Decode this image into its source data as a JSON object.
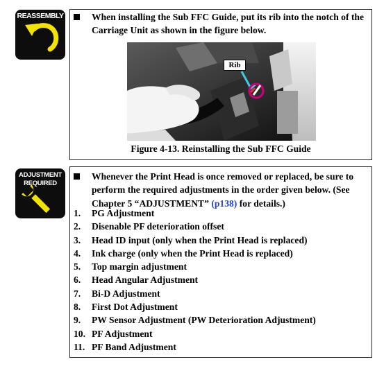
{
  "reassembly_section": {
    "badge_label": "REASSEMBLY",
    "note": "When installing the Sub FFC Guide, put its rib into the notch of the Carriage Unit as shown in the figure below.",
    "figure_callout": "Rib",
    "figure_caption": "Figure 4-13.  Reinstalling the Sub FFC Guide"
  },
  "adjustment_section": {
    "badge_line1": "ADJUSTMENT",
    "badge_line2": "REQUIRED",
    "note_before_link": "Whenever the Print Head is once removed or replaced, be sure to perform the required adjustments in the order given below. (See Chapter 5 “ADJUSTMENT” ",
    "note_link": "(p138)",
    "note_after_link": " for details.)",
    "steps": [
      {
        "num": "1.",
        "text": "PG Adjustment"
      },
      {
        "num": "2.",
        "text": "Disenable PF deterioration offset"
      },
      {
        "num": "3.",
        "text": "Head ID input (only when the Print Head is replaced)"
      },
      {
        "num": "4.",
        "text": "Ink charge (only when the Print Head is replaced)"
      },
      {
        "num": "5.",
        "text": "Top margin adjustment"
      },
      {
        "num": "6.",
        "text": "Head Angular Adjustment"
      },
      {
        "num": "7.",
        "text": "Bi-D Adjustment"
      },
      {
        "num": "8.",
        "text": "First Dot Adjustment"
      },
      {
        "num": "9.",
        "text": "PW Sensor Adjustment (PW Deterioration Adjustment)"
      },
      {
        "num": "10.",
        "text": "PF Adjustment"
      },
      {
        "num": "11.",
        "text": "PF Band Adjustment"
      }
    ]
  },
  "colors": {
    "badge_bg": "#0d0d0d",
    "arrow_yellow": "#f2e400",
    "link_blue": "#1f3fcf",
    "callout_magenta": "#d0007a",
    "callout_arrow": "#40c8e8"
  },
  "icons": [
    "undo-arrow-icon",
    "wrench-icon"
  ]
}
